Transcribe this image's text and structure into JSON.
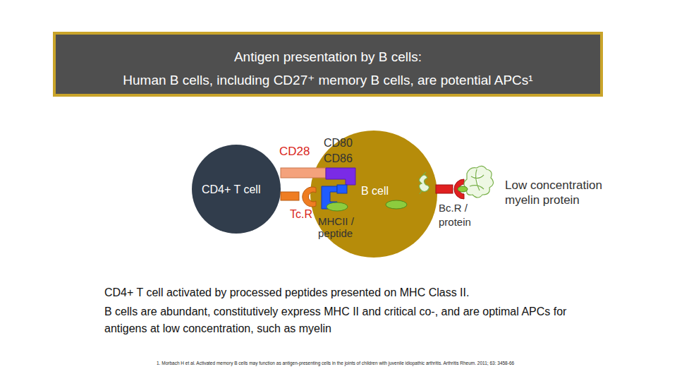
{
  "diagram": {
    "nodes": [
      {
        "text": [
          "Antigen presentation by B cells:",
          "Human B cells, including CD27⁺ memory B cells, are potential APCs¹"
        ]
      },
      {
        "text": [
          "CD4+ T cell"
        ]
      },
      {
        "text": [
          "B cell"
        ]
      }
    ],
    "labels": [
      "CD28",
      "CD80 CD86",
      "Tc.R",
      "MHCII / peptide",
      "Bc.R / protein",
      "Low concentration myelin protein",
      "CD4+ T cell activated by processed peptides presented on MHC Class II.",
      "B cells are abundant, constitutively express MHC II and critical co-, and are optimal APCs for antigens at low concentration, such as myelin",
      "1. Morbach H et al. Activated memory B cells may function as antigen-presenting cells in the joints of children with juvenile idiopathic arthritis. Arthritis Rheum. 2011; 63: 3458-66"
    ]
  }
}
